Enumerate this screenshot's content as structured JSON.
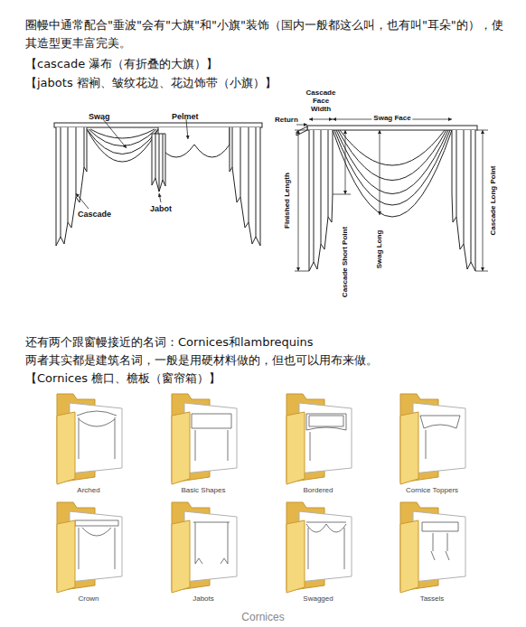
{
  "diagram": {
    "caption": "Cornices",
    "nodes": [
      {
        "text": [
          "Arched"
        ]
      },
      {
        "text": [
          "Basic Shapes"
        ]
      },
      {
        "text": [
          "Bordered"
        ]
      },
      {
        "text": [
          "Cornice Toppers"
        ]
      },
      {
        "text": [
          "Crown"
        ]
      },
      {
        "text": [
          "Jabots"
        ]
      },
      {
        "text": [
          "Swagged"
        ]
      },
      {
        "text": [
          "Tassels"
        ]
      }
    ],
    "labels": [
      "圈幔中通常配合\"垂波\"会有\"大旗\"和\"小旗\"装饰（国内一般都这么叫，也有叫\"耳朵\"的），使 其造型更丰富完美。",
      "【cascade 瀑布（有折叠的大旗）】",
      "【jabots 褶裥、皱纹花边、花边饰带（小旗）】",
      "Swag",
      "Pelmet",
      "Cascade",
      "Jabot",
      "Cascade Face Width",
      "Return",
      "Swag Face",
      "Finished Length",
      "Swag Long",
      "Cascade Short Point",
      "Cascade Long Point",
      "还有两个跟窗幔接近的名词：Cornices和lambrequins",
      "两者其实都是建筑名词，一般是用硬材料做的，但也可以用布来做。",
      "【Cornices 檐口、檐板（窗帘箱）】"
    ]
  }
}
